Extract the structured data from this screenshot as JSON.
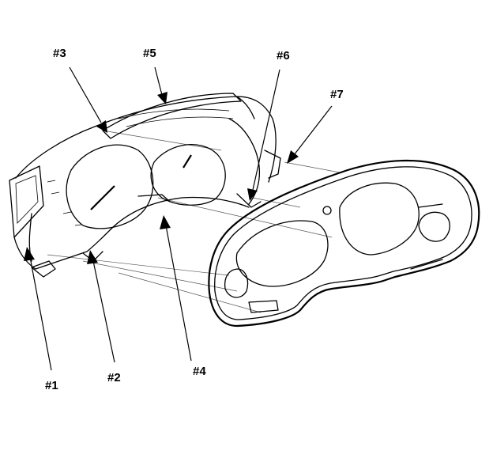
{
  "callouts": [
    {
      "id": "1",
      "label": "#1"
    },
    {
      "id": "2",
      "label": "#2"
    },
    {
      "id": "3",
      "label": "#3"
    },
    {
      "id": "4",
      "label": "#4"
    },
    {
      "id": "5",
      "label": "#5"
    },
    {
      "id": "6",
      "label": "#6"
    },
    {
      "id": "7",
      "label": "#7"
    }
  ]
}
